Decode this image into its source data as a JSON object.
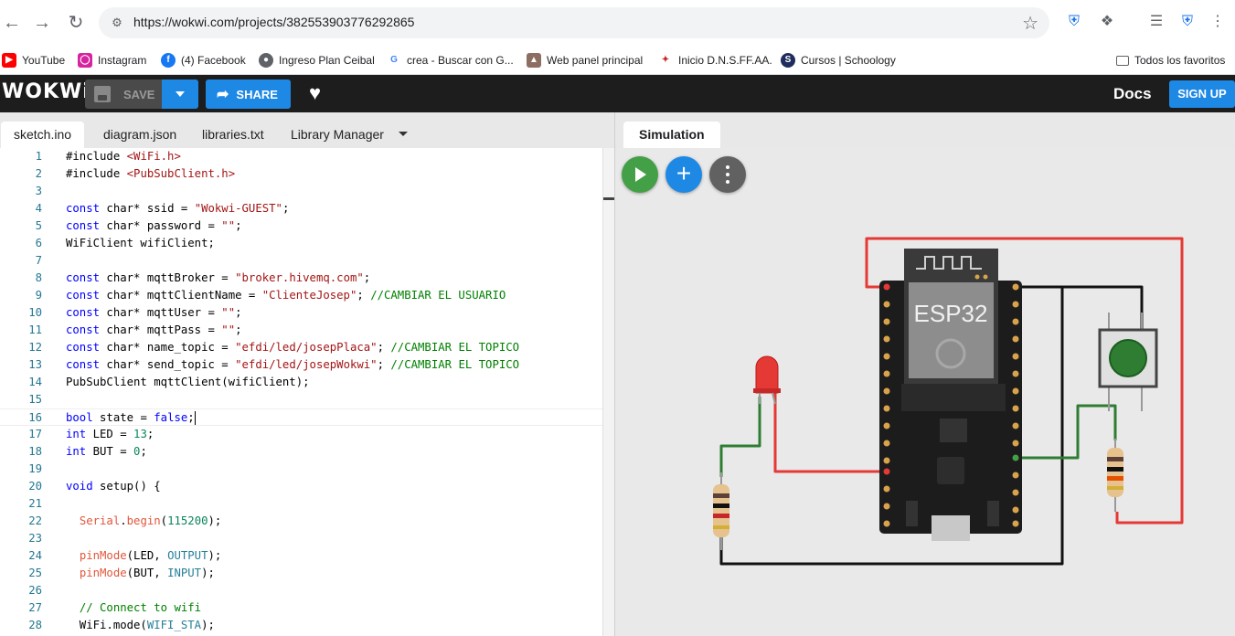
{
  "browser": {
    "url": "https://wokwi.com/projects/382553903776292865",
    "bookmarks": [
      {
        "label": "YouTube",
        "icon": "youtube-icon",
        "color": "#ff0000"
      },
      {
        "label": "Instagram",
        "icon": "instagram-icon",
        "color": "#d6249f"
      },
      {
        "label": "(4) Facebook",
        "icon": "facebook-icon",
        "color": "#1877f2"
      },
      {
        "label": "Ingreso Plan Ceibal",
        "icon": "globe-icon",
        "color": "#5f6368"
      },
      {
        "label": "crea - Buscar con G...",
        "icon": "google-icon",
        "color": "#4285f4"
      },
      {
        "label": "Web panel principal",
        "icon": "web-panel-icon",
        "color": "#8d6e63"
      },
      {
        "label": "Inicio D.N.S.FF.AA.",
        "icon": "emblem-icon",
        "color": "#c62828"
      },
      {
        "label": "Cursos | Schoology",
        "icon": "schoology-icon",
        "color": "#1f2d5c"
      }
    ],
    "all_bookmarks": "Todos los favoritos"
  },
  "header": {
    "logo": "WOKWi",
    "save_label": "SAVE",
    "share_label": "SHARE",
    "docs_label": "Docs",
    "signup_label": "SIGN UP"
  },
  "editor": {
    "tabs": [
      "sketch.ino",
      "diagram.json",
      "libraries.txt",
      "Library Manager"
    ],
    "active_tab": "sketch.ino"
  },
  "simulation": {
    "tab_label": "Simulation",
    "chip_label": "ESP32"
  },
  "code_lines": [
    {
      "n": "1",
      "t": "#include <WiFi.h>"
    },
    {
      "n": "2",
      "t": "#include <PubSubClient.h>"
    },
    {
      "n": "3",
      "t": ""
    },
    {
      "n": "4",
      "t": "const char* ssid = \"Wokwi-GUEST\";"
    },
    {
      "n": "5",
      "t": "const char* password = \"\";"
    },
    {
      "n": "6",
      "t": "WiFiClient wifiClient;"
    },
    {
      "n": "7",
      "t": ""
    },
    {
      "n": "8",
      "t": "const char* mqttBroker = \"broker.hivemq.com\";"
    },
    {
      "n": "9",
      "t": "const char* mqttClientName = \"ClienteJosep\"; //CAMBIAR EL USUARIO"
    },
    {
      "n": "10",
      "t": "const char* mqttUser = \"\";"
    },
    {
      "n": "11",
      "t": "const char* mqttPass = \"\";"
    },
    {
      "n": "12",
      "t": "const char* name_topic = \"efdi/led/josepPlaca\"; //CAMBIAR EL TOPICO"
    },
    {
      "n": "13",
      "t": "const char* send_topic = \"efdi/led/josepWokwi\"; //CAMBIAR EL TOPICO"
    },
    {
      "n": "14",
      "t": "PubSubClient mqttClient(wifiClient);"
    },
    {
      "n": "15",
      "t": ""
    },
    {
      "n": "16",
      "t": "bool state = false;"
    },
    {
      "n": "17",
      "t": "int LED = 13;"
    },
    {
      "n": "18",
      "t": "int BUT = 0;"
    },
    {
      "n": "19",
      "t": ""
    },
    {
      "n": "20",
      "t": "void setup() {"
    },
    {
      "n": "21",
      "t": ""
    },
    {
      "n": "22",
      "t": "  Serial.begin(115200);"
    },
    {
      "n": "23",
      "t": ""
    },
    {
      "n": "24",
      "t": "  pinMode(LED, OUTPUT);"
    },
    {
      "n": "25",
      "t": "  pinMode(BUT, INPUT);"
    },
    {
      "n": "26",
      "t": ""
    },
    {
      "n": "27",
      "t": "  // Connect to wifi"
    },
    {
      "n": "28",
      "t": "  WiFi.mode(WIFI_STA);"
    }
  ]
}
